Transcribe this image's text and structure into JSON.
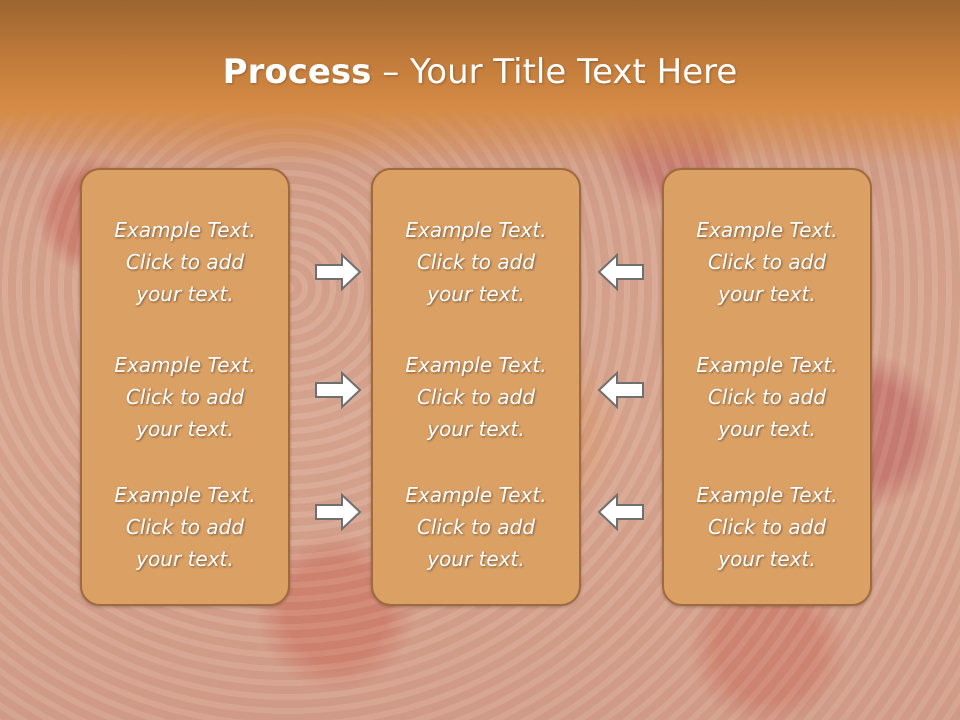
{
  "title": {
    "bold": "Process",
    "separator": " – ",
    "rest": "Your Title Text Here"
  },
  "columns": [
    {
      "items": [
        {
          "line1": "Example Text.",
          "line2": "Click  to add",
          "line3": "your text."
        },
        {
          "line1": "Example Text.",
          "line2": "Click  to add",
          "line3": "your text."
        },
        {
          "line1": "Example Text.",
          "line2": "Click  to add",
          "line3": "your text."
        }
      ]
    },
    {
      "items": [
        {
          "line1": "Example Text.",
          "line2": "Click  to add",
          "line3": "your text."
        },
        {
          "line1": "Example Text.",
          "line2": "Click  to add",
          "line3": "your text."
        },
        {
          "line1": "Example Text.",
          "line2": "Click  to add",
          "line3": "your text."
        }
      ]
    },
    {
      "items": [
        {
          "line1": "Example Text.",
          "line2": "Click  to add",
          "line3": "your text."
        },
        {
          "line1": "Example Text.",
          "line2": "Click  to add",
          "line3": "your text."
        },
        {
          "line1": "Example Text.",
          "line2": "Click  to add",
          "line3": "your text."
        }
      ]
    }
  ],
  "arrows": {
    "left_group": "arrow-right-icon",
    "right_group": "arrow-left-icon"
  },
  "colors": {
    "header_top": "#9c6530",
    "header_mid": "#d68b45",
    "box_fill": "#dba064",
    "box_border": "#a06a3c",
    "text": "#ffffff"
  }
}
